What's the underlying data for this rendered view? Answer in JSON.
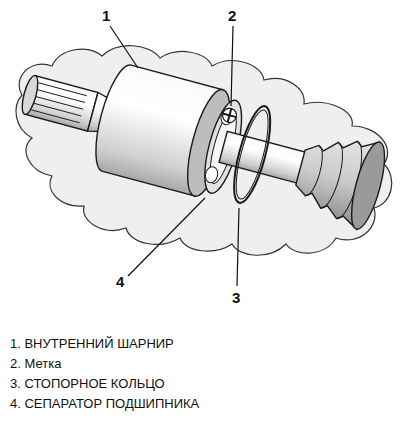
{
  "diagram": {
    "labels": [
      "1",
      "2",
      "3",
      "4",
      "1. ВНУТРЕННИЙ ШАРНИР",
      "2. Метка",
      "3. СТОПОРНОЕ КОЛЬЦО",
      "4. СЕПАРАТОР ПОДШИПНИКА"
    ]
  }
}
